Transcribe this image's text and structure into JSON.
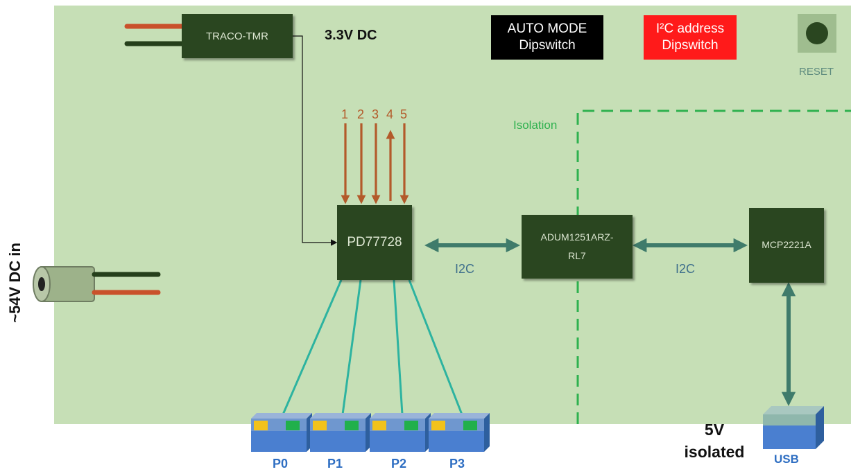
{
  "chips": {
    "traco": "TRACO-TMR",
    "pd77728": "PD77728",
    "adum": "ADUM1251ARZ-\nRL7",
    "mcp": "MCP2221A"
  },
  "labels": {
    "supply_3v3": "3.3V DC",
    "isolation": "Isolation",
    "i2c_left": "I2C",
    "i2c_right": "I2C",
    "reset": "RESET",
    "dc_in": "~54V DC in",
    "isolated_5v": "5V\nisolated"
  },
  "dipswitches": {
    "auto_mode": "AUTO MODE\nDipswitch",
    "i2c_address": "I²C address\nDipswitch"
  },
  "pins": [
    "1",
    "2",
    "3",
    "4",
    "5"
  ],
  "ports": [
    "P0",
    "P1",
    "P2",
    "P3",
    "USB"
  ],
  "colors": {
    "board": "#c6dfb6",
    "chip": "#2a4620",
    "bus_arrow": "#3f7b6b",
    "pin_arrow": "#b35a2a",
    "port_line": "#2db3a0",
    "isolation_line": "#2fb14f",
    "auto_mode_bg": "#000000",
    "i2c_address_bg": "#ff1a1a",
    "port_label": "#2e6ec2"
  }
}
